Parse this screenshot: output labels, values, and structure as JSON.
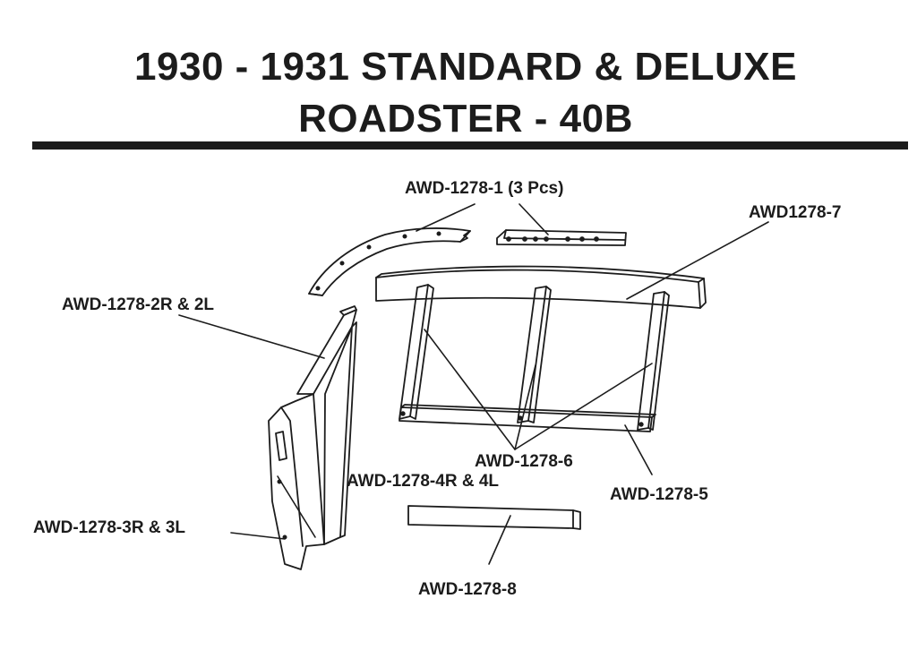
{
  "title": {
    "line1": "1930 - 1931 STANDARD & DELUXE",
    "line2": "ROADSTER - 40B"
  },
  "parts": [
    {
      "id": "p1",
      "label": "AWD-1278-1 (3 Pcs)"
    },
    {
      "id": "p7",
      "label": "AWD1278-7"
    },
    {
      "id": "p2",
      "label": "AWD-1278-2R & 2L"
    },
    {
      "id": "p6",
      "label": "AWD-1278-6"
    },
    {
      "id": "p4",
      "label": "AWD-1278-4R & 4L"
    },
    {
      "id": "p5",
      "label": "AWD-1278-5"
    },
    {
      "id": "p3",
      "label": "AWD-1278-3R & 3L"
    },
    {
      "id": "p8",
      "label": "AWD-1278-8"
    }
  ],
  "colors": {
    "ink": "#1c1c1c",
    "paper": "#ffffff"
  }
}
